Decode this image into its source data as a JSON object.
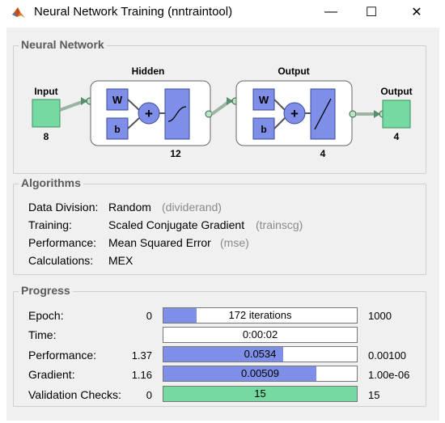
{
  "window": {
    "title": "Neural Network Training (nntraintool)",
    "minimize_glyph": "—",
    "maximize_glyph": "☐",
    "close_glyph": "✕",
    "icon": "matlab-logo-icon"
  },
  "network": {
    "section_title": "Neural Network",
    "input_label": "Input",
    "input_size": "8",
    "hidden_label": "Hidden",
    "hidden_size": "12",
    "output_layer_label": "Output",
    "output_layer_size": "4",
    "output_label": "Output",
    "output_size": "4",
    "weight_label": "W",
    "bias_label": "b",
    "sum_glyph": "+",
    "colors": {
      "input_output_box": "#77d9a2",
      "layer_block": "#7f8fe8",
      "layer_frame": "#ffffff"
    }
  },
  "algorithms": {
    "section_title": "Algorithms",
    "rows": [
      {
        "label": "Data Division:",
        "value": "Random",
        "fn": "(dividerand)"
      },
      {
        "label": "Training:",
        "value": "Scaled Conjugate Gradient",
        "fn": "(trainscg)"
      },
      {
        "label": "Performance:",
        "value": "Mean Squared Error",
        "fn": "(mse)"
      },
      {
        "label": "Calculations:",
        "value": "MEX",
        "fn": ""
      }
    ]
  },
  "progress": {
    "section_title": "Progress",
    "rows": [
      {
        "label": "Epoch:",
        "start": "0",
        "current": "172 iterations",
        "end": "1000",
        "fill_fraction": 0.172,
        "fill_color": "#7f8fe8"
      },
      {
        "label": "Time:",
        "start": "",
        "current": "0:00:02",
        "end": "",
        "fill_fraction": 0,
        "fill_color": "#7f8fe8"
      },
      {
        "label": "Performance:",
        "start": "1.37",
        "current": "0.0534",
        "end": "0.00100",
        "fill_fraction": 0.62,
        "fill_color": "#7f8fe8"
      },
      {
        "label": "Gradient:",
        "start": "1.16",
        "current": "0.00509",
        "end": "1.00e-06",
        "fill_fraction": 0.79,
        "fill_color": "#7f8fe8"
      },
      {
        "label": "Validation Checks:",
        "start": "0",
        "current": "15",
        "end": "15",
        "fill_fraction": 1.0,
        "fill_color": "#77d9a2"
      }
    ]
  }
}
